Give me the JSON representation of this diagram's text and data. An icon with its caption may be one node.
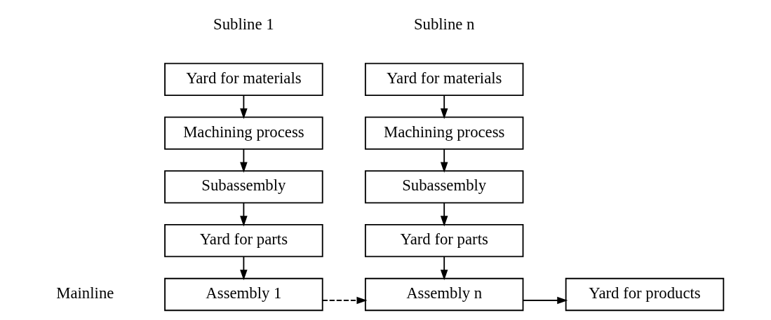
{
  "diagram": {
    "nodes": [
      {
        "text": [
          "Yard for materials"
        ]
      },
      {
        "text": [
          "Yard for materials"
        ]
      },
      {
        "text": [
          "Machining process"
        ]
      },
      {
        "text": [
          "Machining process"
        ]
      },
      {
        "text": [
          "Subassembly"
        ]
      },
      {
        "text": [
          "Subassembly"
        ]
      },
      {
        "text": [
          "Yard for parts"
        ]
      },
      {
        "text": [
          "Yard for parts"
        ]
      },
      {
        "text": [
          "Assembly 1"
        ]
      },
      {
        "text": [
          "Assembly n"
        ]
      },
      {
        "text": [
          "Yard for products"
        ]
      }
    ],
    "edges": [
      {
        "from": 0,
        "to": 2,
        "arrow": "to"
      },
      {
        "from": 2,
        "to": 4,
        "arrow": "to"
      },
      {
        "from": 4,
        "to": 6,
        "arrow": "to"
      },
      {
        "from": 6,
        "to": 8,
        "arrow": "to"
      },
      {
        "from": 1,
        "to": 3,
        "arrow": "to"
      },
      {
        "from": 3,
        "to": 5,
        "arrow": "to"
      },
      {
        "from": 5,
        "to": 7,
        "arrow": "to"
      },
      {
        "from": 7,
        "to": 9,
        "arrow": "to"
      },
      {
        "from": 8,
        "to": 9,
        "arrow": "to",
        "style": "dashed"
      },
      {
        "from": 9,
        "to": 10,
        "arrow": "to"
      }
    ],
    "labels": [
      "Subline 1",
      "Subline n",
      "Mainline"
    ]
  }
}
